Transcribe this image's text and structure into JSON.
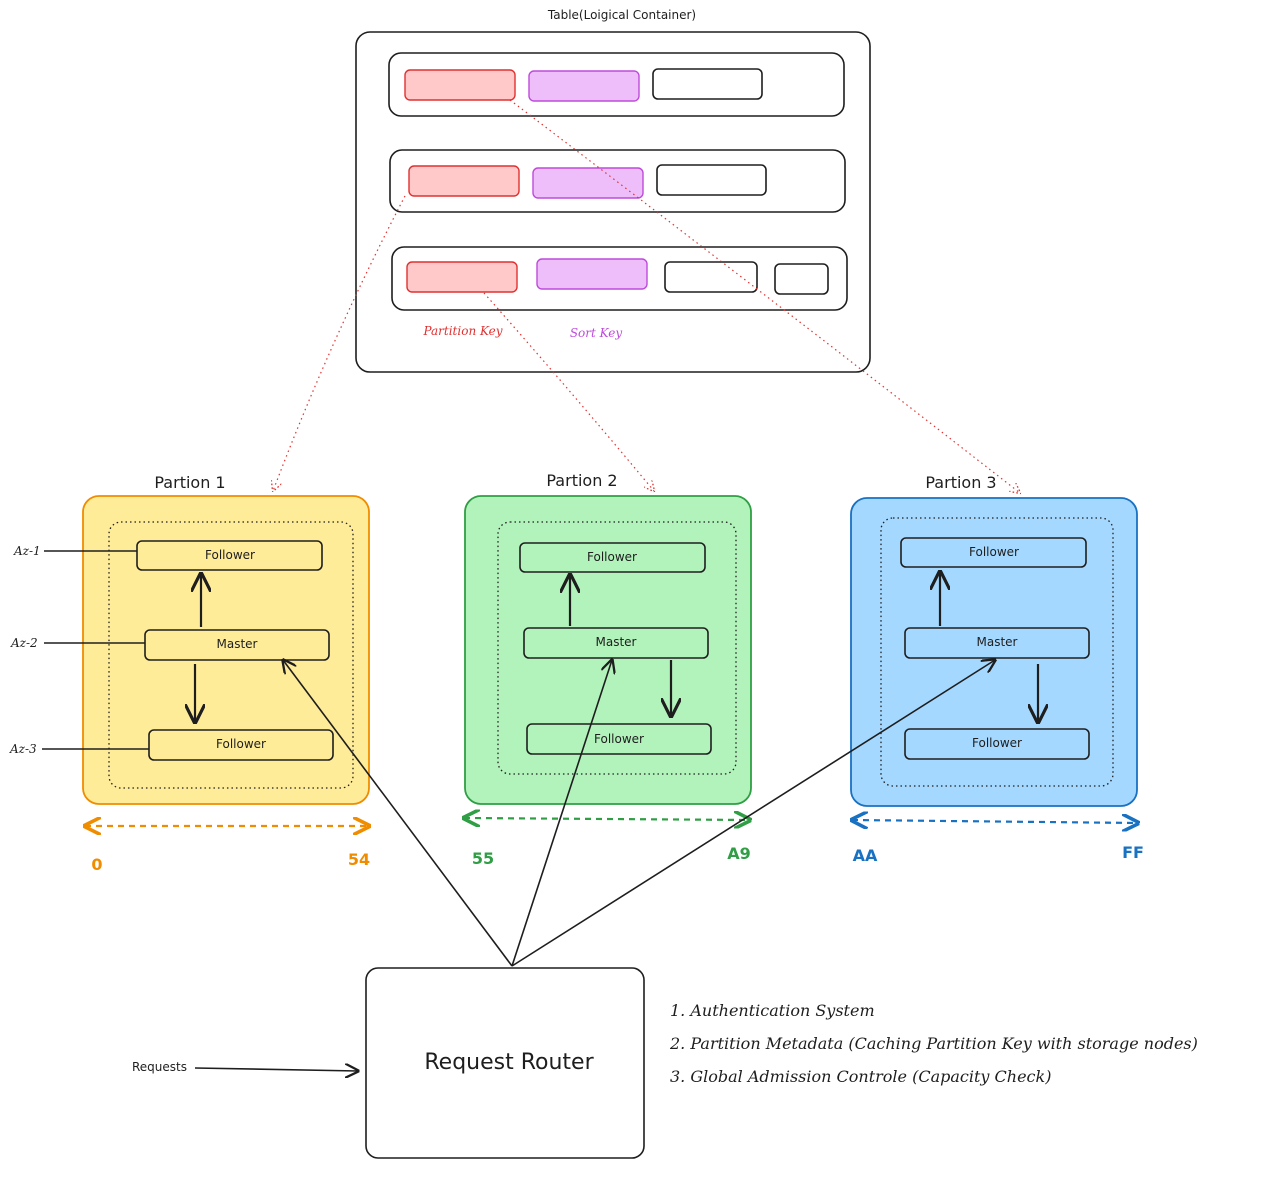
{
  "table": {
    "title": "Table(Loigical Container)",
    "legend": {
      "partition_key": "Partition Key",
      "sort_key": "Sort Key"
    }
  },
  "colors": {
    "partition_key_fill": "#ffc9c9",
    "partition_key_stroke": "#e03131",
    "sort_key_fill": "#eebefa",
    "sort_key_stroke": "#be4bdb",
    "partition1_fill": "#ffec99",
    "partition1_stroke": "#f08c00",
    "partition2_fill": "#b2f2bb",
    "partition2_stroke": "#2f9e44",
    "partition3_fill": "#a5d8ff",
    "partition3_stroke": "#1971c2"
  },
  "partitions": [
    {
      "title": "Partion 1",
      "top_label": "Follower",
      "master_label": "Master",
      "bottom_label": "Follower",
      "range_start": "0",
      "range_end": "54"
    },
    {
      "title": "Partion 2",
      "top_label": "Follower",
      "master_label": "Master",
      "bottom_label": "Follower",
      "range_start": "55",
      "range_end": "A9"
    },
    {
      "title": "Partion 3",
      "top_label": "Follower",
      "master_label": "Master",
      "bottom_label": "Follower",
      "range_start": "AA",
      "range_end": "FF"
    }
  ],
  "az_labels": [
    "Az-1",
    "Az-2",
    "Az-3"
  ],
  "router": {
    "label": "Request Router",
    "input_label": "Requests",
    "features": [
      "1. Authentication System",
      "2. Partition Metadata (Caching Partition Key with storage nodes)",
      "3. Global Admission Controle (Capacity Check)"
    ]
  }
}
